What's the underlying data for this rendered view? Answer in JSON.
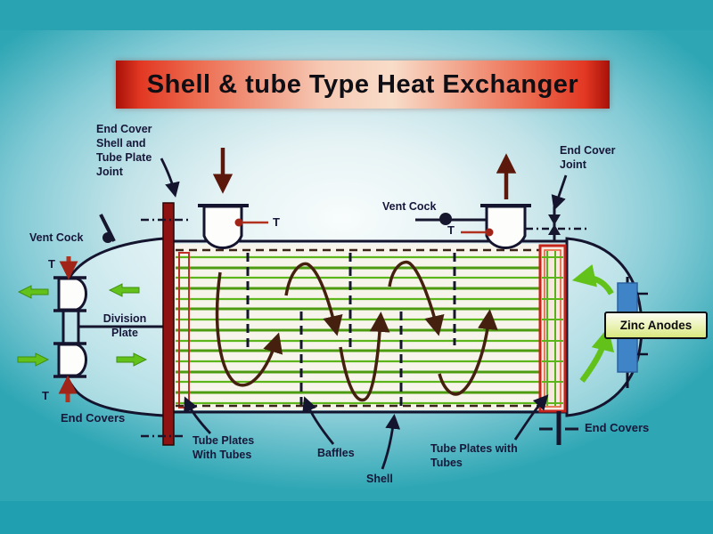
{
  "title": "Shell & tube Type Heat Exchanger",
  "labels": {
    "end_cover_shell_joint": {
      "lines": [
        "End Cover",
        "Shell and",
        "Tube Plate",
        "Joint"
      ]
    },
    "vent_cock_left": "Vent Cock",
    "vent_cock_right": "Vent Cock",
    "t_mark": "T",
    "division_plate": {
      "lines": [
        "Division",
        "Plate"
      ]
    },
    "end_covers_left": "End Covers",
    "end_covers_right": "End Covers",
    "tube_plates_left": {
      "lines": [
        "Tube Plates",
        "With Tubes"
      ]
    },
    "tube_plates_right": {
      "lines": [
        "Tube Plates with",
        "Tubes"
      ]
    },
    "baffles": "Baffles",
    "shell": "Shell",
    "end_cover_joint": {
      "lines": [
        "End Cover",
        "Joint"
      ]
    },
    "zinc_anodes": "Zinc Anodes"
  },
  "colors": {
    "background_teal": "#2aa2b1",
    "banner_red": "#e23823",
    "banner_end_red": "#a81108",
    "tube_green": "#5cb51a",
    "flow_arrow_brown": "#45200e",
    "green_arrow": "#63c219",
    "tube_plate_red": "#8e1212",
    "right_plate_border_red": "#c3241c",
    "thermo_red": "#b23220",
    "inlet_arrow_maroon": "#5c190b",
    "anode_blue": "#3e84c6",
    "label_text": "#17173a",
    "zinc_label_bg": "#d9e87e"
  }
}
